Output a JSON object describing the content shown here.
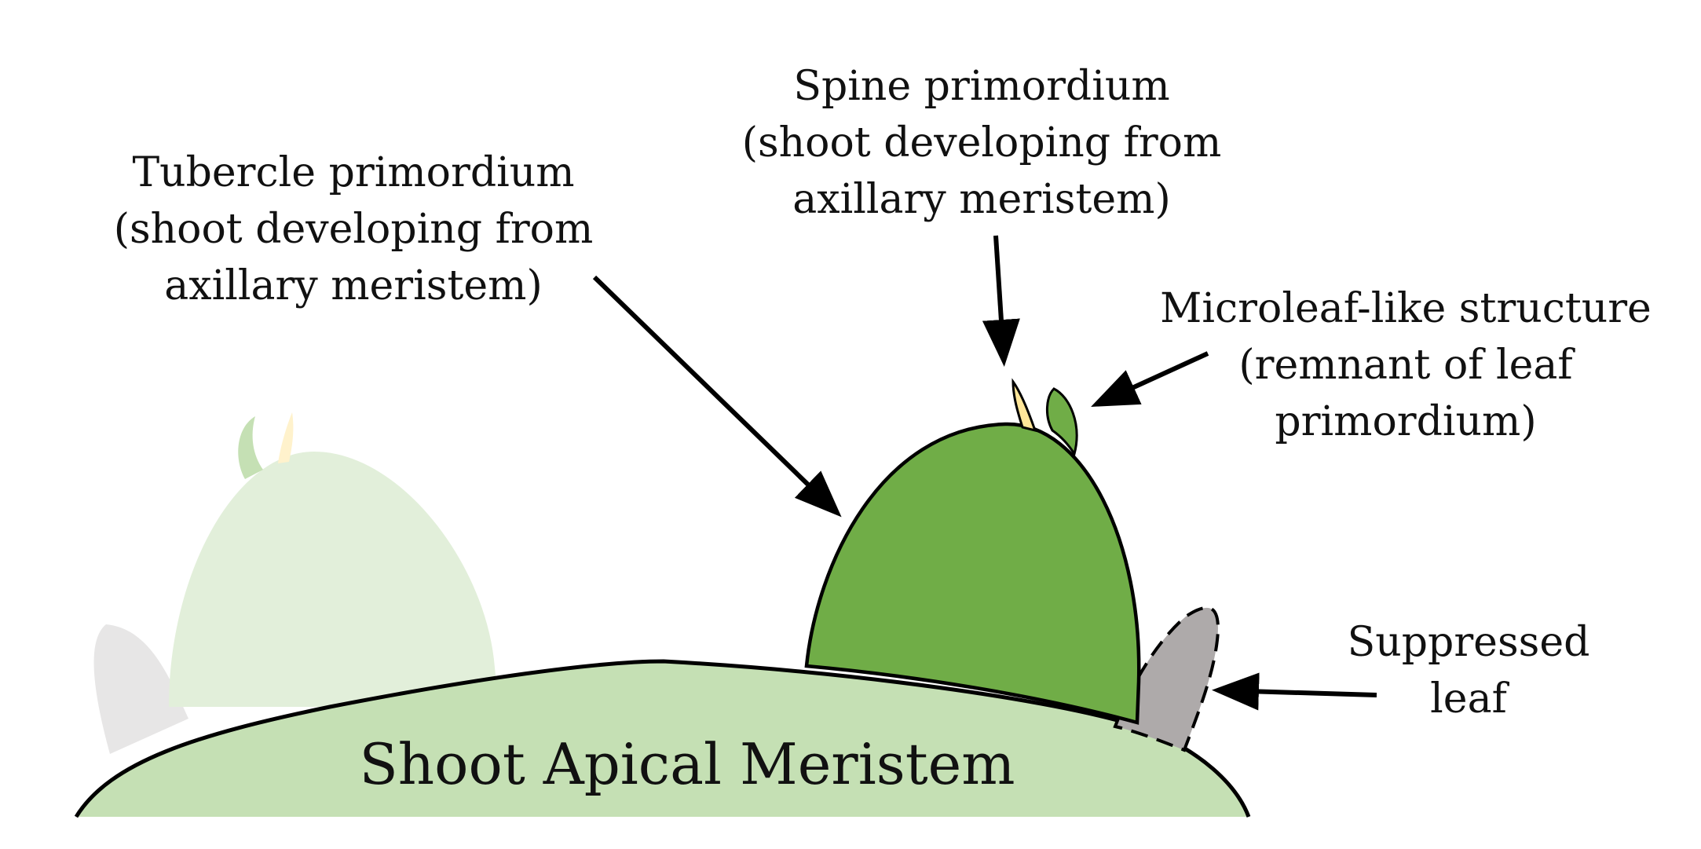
{
  "labels": {
    "tubercle": {
      "line1": "Tubercle primordium",
      "line2": "(shoot developing from",
      "line3": "axillary meristem)"
    },
    "spine": {
      "line1": "Spine primordium",
      "line2": "(shoot developing from",
      "line3": "axillary meristem)"
    },
    "microleaf": {
      "line1": "Microleaf-like structure",
      "line2": "(remnant of leaf",
      "line3": "primordium)"
    },
    "suppressed": {
      "line1": "Suppressed",
      "line2": "leaf"
    },
    "meristem": "Shoot Apical Meristem"
  },
  "colors": {
    "meristem_fill": "#c5e0b4",
    "tubercle_fill": "#70ad47",
    "faded_tubercle_fill": "#e2efda",
    "spine_fill": "#ffe699",
    "suppressed_leaf_fill": "#aeaaaa",
    "faded_leaf_fill": "#e7e6e6",
    "outline": "#000000"
  }
}
